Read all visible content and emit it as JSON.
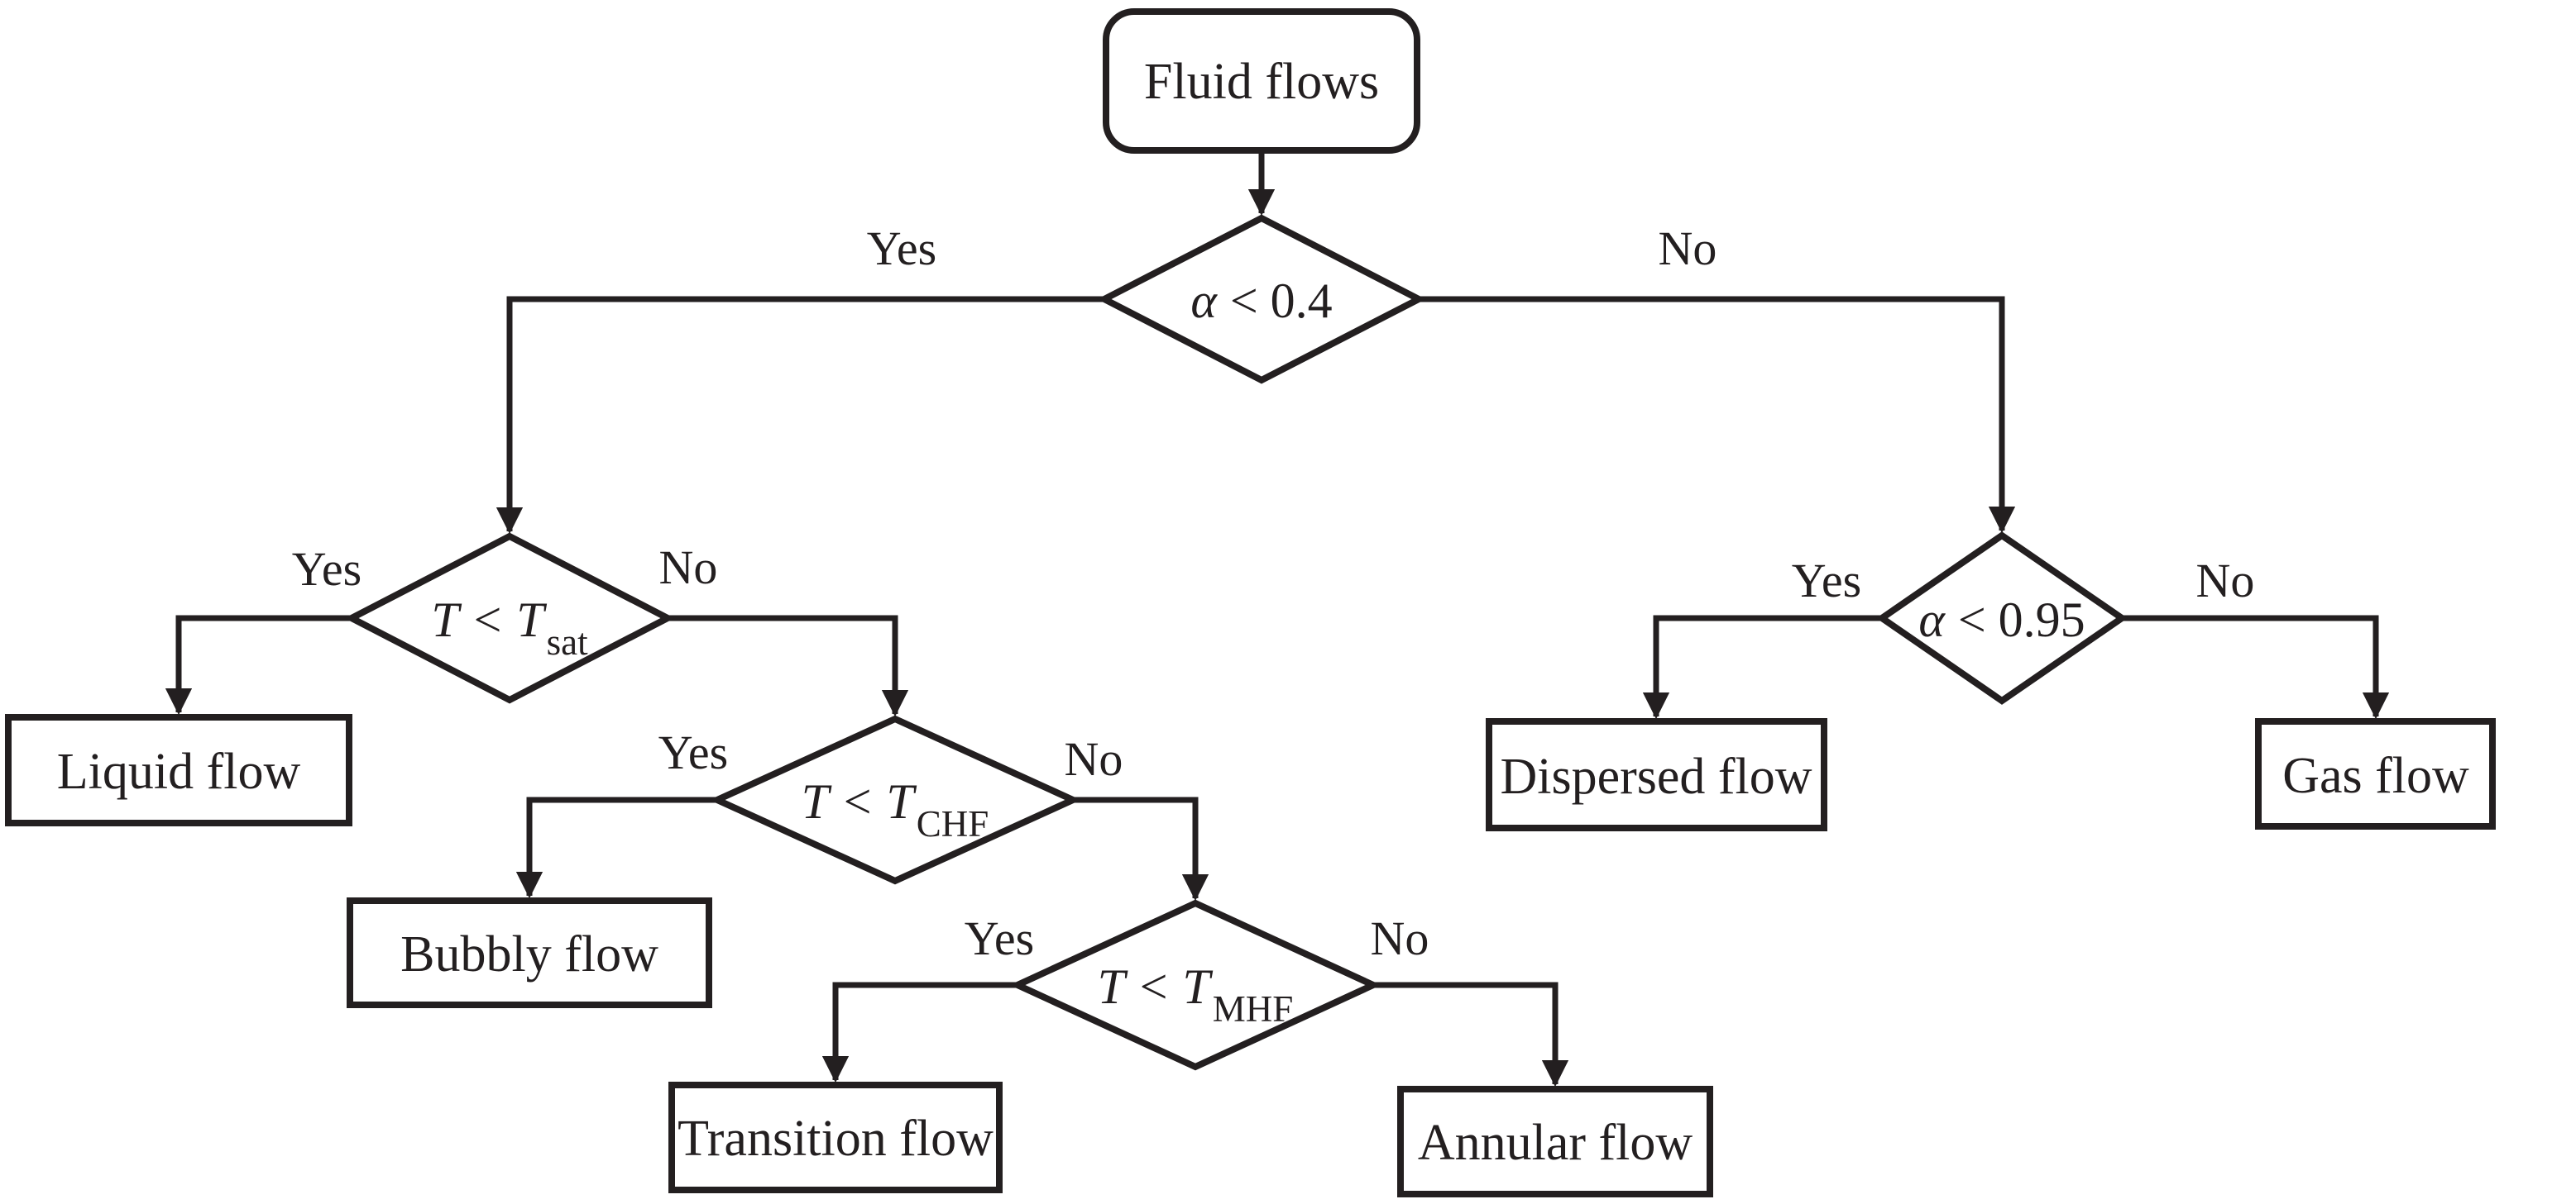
{
  "diagram": {
    "background": "#ffffff",
    "line_color": "#231f20",
    "start": {
      "label": "Fluid flows"
    },
    "decisions": {
      "alpha04": {
        "variable": "α",
        "comparison": "< 0.4"
      },
      "tsat": {
        "expression": "T < T",
        "subscript": "sat"
      },
      "tchf": {
        "expression": "T < T",
        "subscript": "CHF"
      },
      "tmhf": {
        "expression": "T < T",
        "subscript": "MHF"
      },
      "alpha095": {
        "variable": "α",
        "comparison": "< 0.95"
      }
    },
    "outcomes": {
      "liquid": "Liquid flow",
      "bubbly": "Bubbly flow",
      "transition": "Transition flow",
      "annular": "Annular flow",
      "dispersed": "Dispersed flow",
      "gas": "Gas flow"
    },
    "branch_labels": {
      "yes": "Yes",
      "no": "No"
    }
  }
}
